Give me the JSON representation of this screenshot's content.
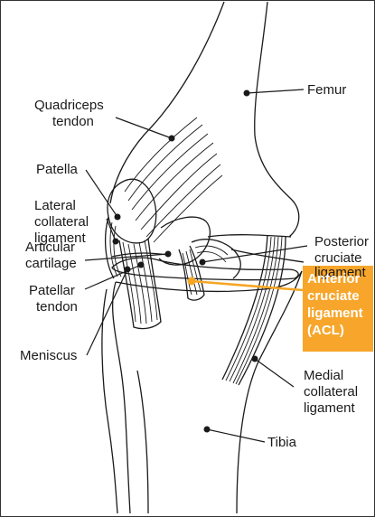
{
  "labels": {
    "femur": "Femur",
    "quadriceps_line1": "Quadriceps",
    "quadriceps_line2": "tendon",
    "patella": "Patella",
    "lateral_line1": "Lateral",
    "lateral_line2": "collateral",
    "lateral_line3": "ligament",
    "articular_line1": "Articular",
    "articular_line2": "cartilage",
    "patellar_line1": "Patellar",
    "patellar_line2": "tendon",
    "meniscus": "Meniscus",
    "posterior_line1": "Posterior",
    "posterior_line2": "cruciate",
    "posterior_line3": "ligament",
    "acl_line1": "Anterior",
    "acl_line2": "cruciate",
    "acl_line3": "ligament",
    "acl_line4": "(ACL)",
    "medial_line1": "Medial",
    "medial_line2": "collateral",
    "medial_line3": "ligament",
    "tibia": "Tibia"
  },
  "colors": {
    "acl_highlight": "#f5a623",
    "acl_box": "#f7a62b",
    "ink": "#1a1a1a"
  }
}
